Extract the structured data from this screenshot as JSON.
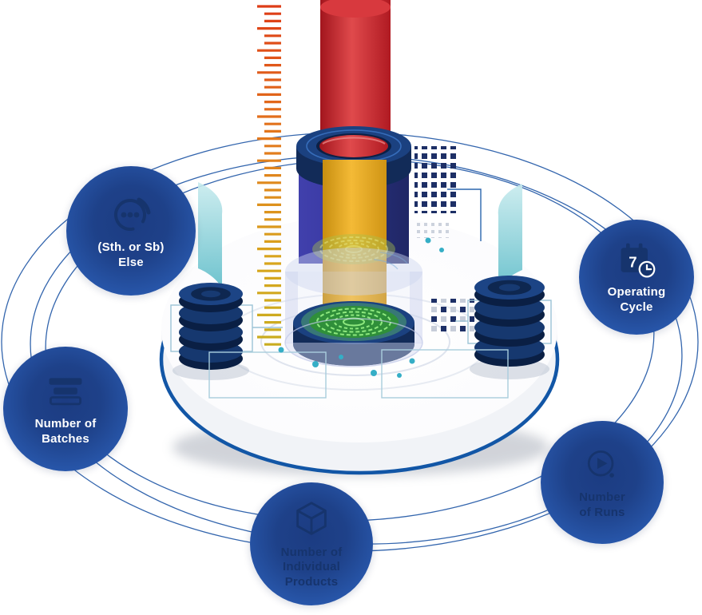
{
  "diagram": {
    "type": "orbital-infographic",
    "nodes": [
      {
        "id": "something-else",
        "label": "(Sth. or Sb)\nElse",
        "icon": "ellipsis-circle-icon",
        "label_style": "light"
      },
      {
        "id": "number-of-batches",
        "label": "Number of\nBatches",
        "icon": "stacked-layers-icon",
        "label_style": "light"
      },
      {
        "id": "number-of-individual-products",
        "label": "Number of\nIndividual\nProducts",
        "icon": "cube-icon",
        "label_style": "dark"
      },
      {
        "id": "number-of-runs",
        "label": "Number\nof Runs",
        "icon": "play-circle-icon",
        "label_style": "dark"
      },
      {
        "id": "operating-cycle",
        "label": "Operating\nCycle",
        "icon": "calendar-clock-icon",
        "badge": "7",
        "label_style": "light"
      }
    ],
    "colors": {
      "node_inner": "#1c3c82",
      "node_outer": "#2f66bd",
      "icon_navy": "#16346d",
      "orbit": "#1d55a5",
      "platform_rim": "#1256a6",
      "tower_red": "#c9202a",
      "tower_yellow": "#e8a81f",
      "tower_green": "#2f8f3a",
      "teal_accent": "#5fbdc9",
      "ruler_top": "#de3d17",
      "ruler_bottom": "#c9ad20"
    }
  }
}
